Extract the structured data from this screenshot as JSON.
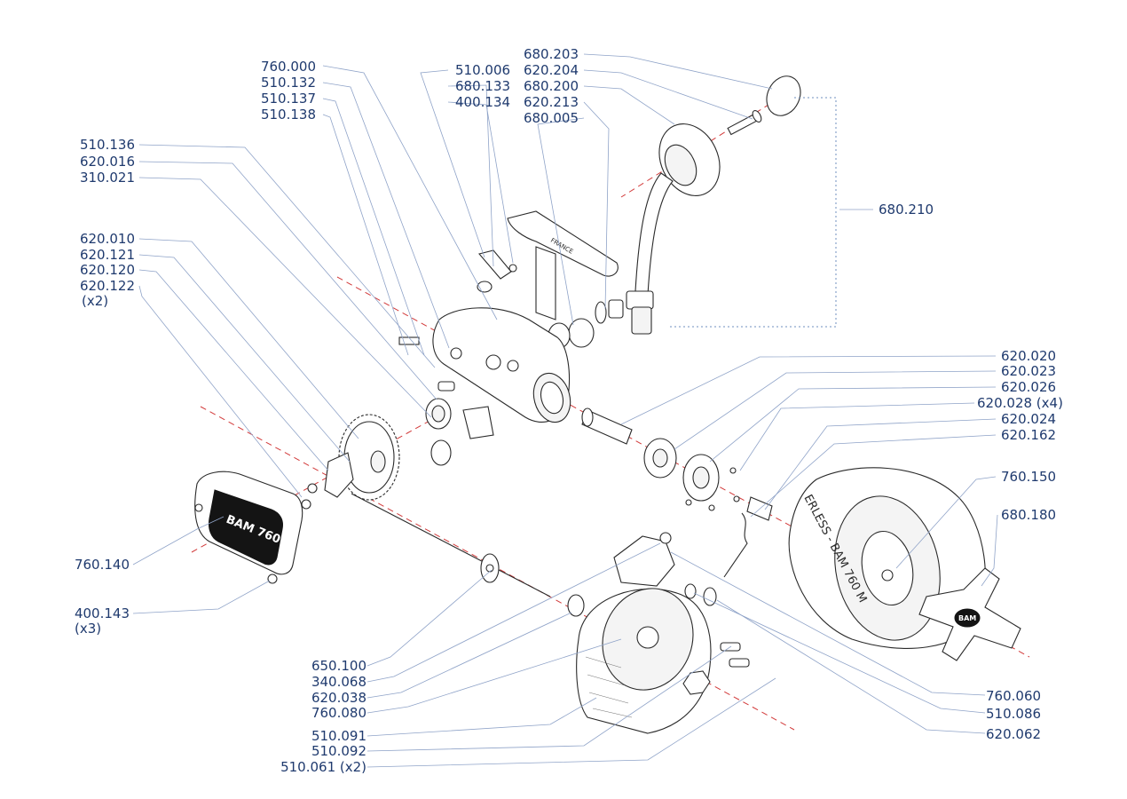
{
  "part_labels": {
    "l_760_000": "760.000",
    "l_510_132": "510.132",
    "l_510_137": "510.137",
    "l_510_138": "510.138",
    "l_510_006": "510.006",
    "l_680_133": "680.133",
    "l_400_134": "400.134",
    "l_680_203": "680.203",
    "l_620_204": "620.204",
    "l_680_200": "680.200",
    "l_620_213": "620.213",
    "l_680_005": "680.005",
    "l_510_136": "510.136",
    "l_620_016": "620.016",
    "l_310_021": "310.021",
    "l_620_010": "620.010",
    "l_620_121": "620.121",
    "l_620_120": "620.120",
    "l_620_122": "620.122",
    "l_620_122_qty": "(x2)",
    "l_680_210": "680.210",
    "l_620_020": "620.020",
    "l_620_023": "620.023",
    "l_620_026": "620.026",
    "l_620_028": "620.028 (x4)",
    "l_620_024": "620.024",
    "l_620_162": "620.162",
    "l_760_150": "760.150",
    "l_680_180": "680.180",
    "l_760_140": "760.140",
    "l_400_143": "400.143",
    "l_400_143_qty": "(x3)",
    "l_650_100": "650.100",
    "l_340_068": "340.068",
    "l_620_038": "620.038",
    "l_760_080": "760.080",
    "l_510_091": "510.091",
    "l_510_092": "510.092",
    "l_510_061": "510.061 (x2)",
    "l_760_060": "760.060",
    "l_510_086": "510.086",
    "l_620_062": "620.062"
  },
  "part_markings": {
    "side_plate_badge": "BAM 760",
    "spool_rim_text": "ERLESS - BAM 760 M",
    "handle_badge": "BAM",
    "bail_arm_text": "FRANCE"
  },
  "colors": {
    "label_text": "#1f3a6e",
    "leader_line": "#8fa3c8",
    "axis_line": "#d23a3a",
    "outline": "#2a2a2a"
  }
}
